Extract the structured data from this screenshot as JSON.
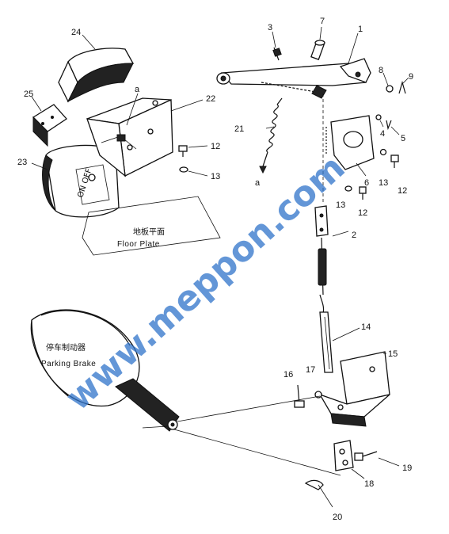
{
  "callouts": {
    "c1": "1",
    "c2": "2",
    "c3": "3",
    "c4": "4",
    "c5": "5",
    "c6": "6",
    "c7": "7",
    "c8": "8",
    "c9": "9",
    "c12a": "12",
    "c12b": "12",
    "c12c": "12",
    "c13a": "13",
    "c13b": "13",
    "c13c": "13",
    "c14": "14",
    "c15": "15",
    "c16": "16",
    "c17": "17",
    "c18": "18",
    "c19": "19",
    "c20": "20",
    "c21": "21",
    "c22": "22",
    "c23": "23",
    "c24": "24",
    "c25": "25",
    "ref_a_top": "a",
    "ref_a_spring": "a"
  },
  "labels": {
    "floor_plate_cn": "地板平面",
    "floor_plate_en": "Floor Plate",
    "parking_brake_cn": "停车制动器",
    "parking_brake_en": "Parking Brake",
    "dial_text": "ON  OFF"
  },
  "watermark": {
    "text": "www.meppon.com",
    "color": "#2f73c9"
  }
}
